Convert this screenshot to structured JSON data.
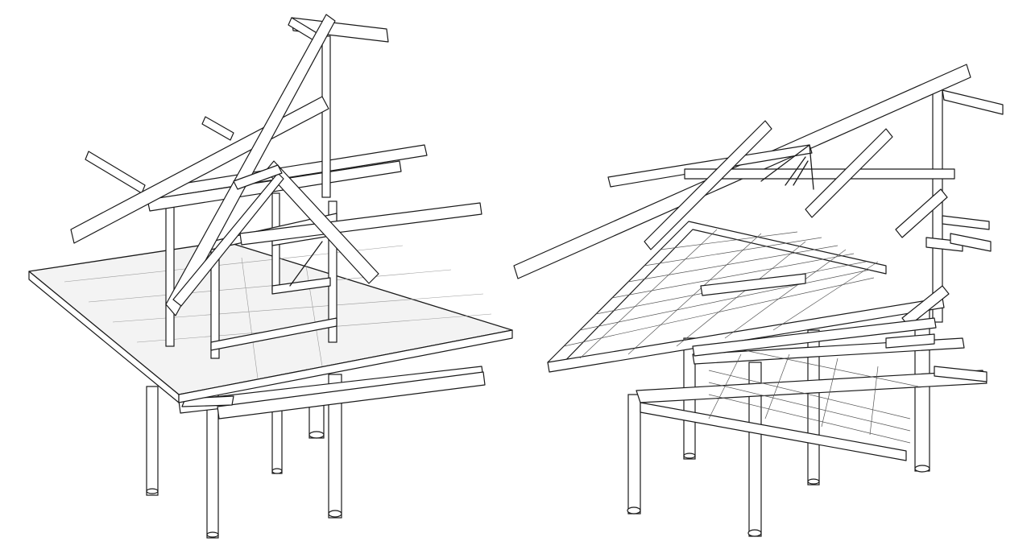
{
  "figure": {
    "style": "isometric line drawing",
    "background": "#ffffff",
    "line_color": "#1a1a1a"
  },
  "views": [
    {
      "id": "left-view"
    },
    {
      "id": "right-view"
    }
  ]
}
